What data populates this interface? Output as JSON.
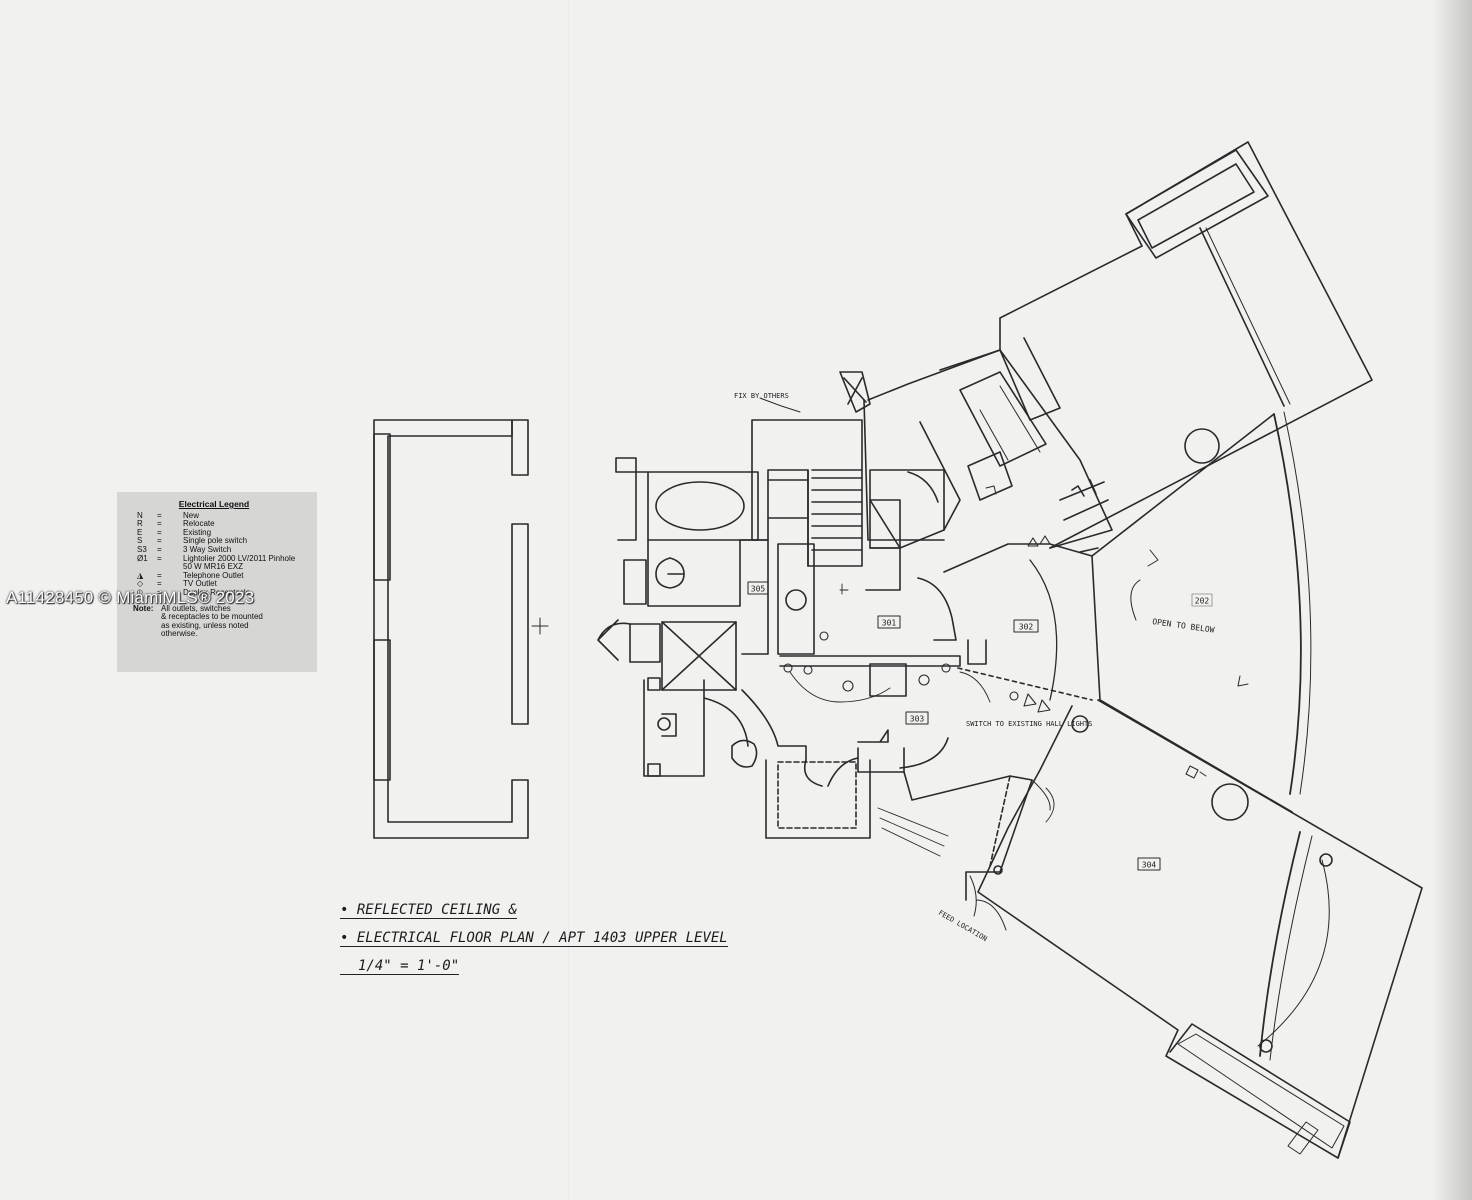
{
  "legend": {
    "title": "Electrical Legend",
    "rows": [
      {
        "key": "N",
        "eq": "=",
        "desc": "New"
      },
      {
        "key": "R",
        "eq": "=",
        "desc": "Relocate"
      },
      {
        "key": "E",
        "eq": "=",
        "desc": "Existing"
      },
      {
        "key": "S",
        "eq": "=",
        "desc": "Single pole switch"
      },
      {
        "key": "S3",
        "eq": "=",
        "desc": "3 Way Switch"
      },
      {
        "key": "Ø1",
        "eq": "=",
        "desc": "Lightolier 2000 LV/2011 Pinhole"
      },
      {
        "key": "",
        "eq": "",
        "desc": "50 W MR16 EXZ"
      },
      {
        "key": "",
        "eq": "=",
        "desc": "Telephone Outlet"
      },
      {
        "key": "",
        "eq": "=",
        "desc": "TV Outlet"
      },
      {
        "key": "",
        "eq": "=",
        "desc": "Duplex Receptacle"
      }
    ],
    "note_label": "Note:",
    "note_text": "All outlets, switches\n& receptacles to be mounted\nas existing, unless noted\notherwise."
  },
  "watermark": "A11428450 © MiamiMLS® 2023",
  "rooms": {
    "r305": "305",
    "r301": "301",
    "r302": "302",
    "r303": "303",
    "r304": "304",
    "r202": "202"
  },
  "annotations": {
    "fix_by_others": "FIX BY OTHERS",
    "open_to_below": "OPEN TO BELOW",
    "switch_to_existing": "SWITCH TO EXISTING HALL LIGHTS",
    "feed_location": "FEED LOCATION"
  },
  "title_block": {
    "line1": "• REFLECTED CEILING &",
    "line2": "• ELECTRICAL FLOOR PLAN / APT 1403 UPPER LEVEL",
    "scale": "1/4\" = 1'-0\""
  }
}
